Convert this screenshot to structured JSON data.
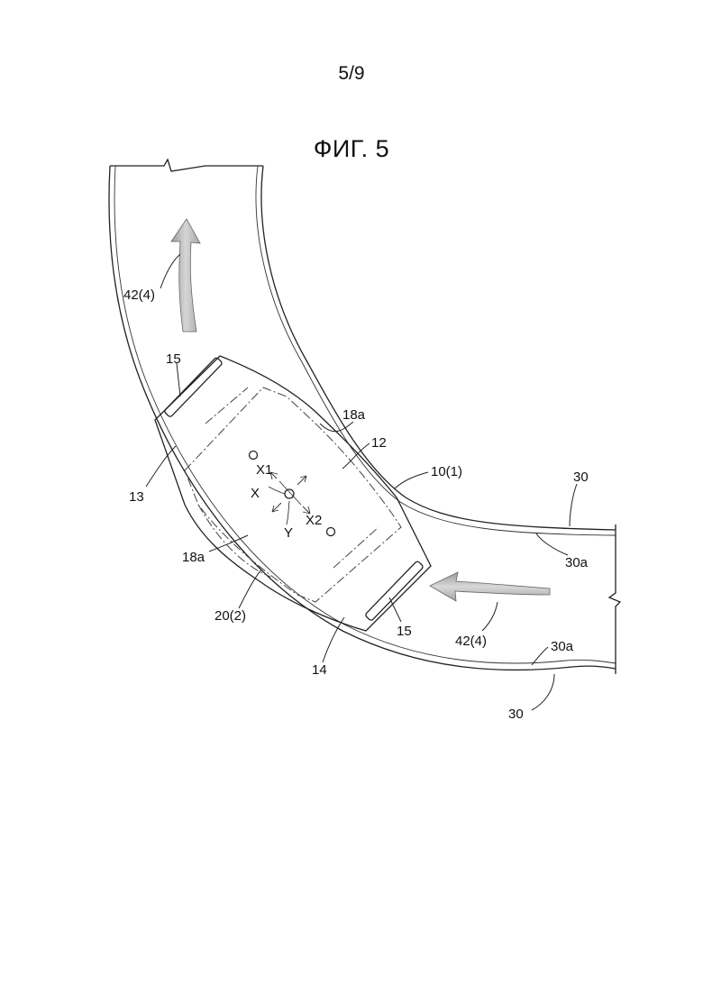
{
  "header": {
    "page_number": "5/9",
    "figure_title": "ФИГ. 5"
  },
  "labels": {
    "arrow_top": "42(4)",
    "arrow_right": "42(4)",
    "tab_top": "15",
    "tab_bottom": "15",
    "end_13": "13",
    "end_14": "14",
    "body_12": "12",
    "rim_18a_top": "18a",
    "rim_18a_left": "18a",
    "vehicle": "10(1)",
    "outline": "20(2)",
    "axis_x": "X",
    "axis_x1": "X1",
    "axis_x2": "X2",
    "axis_y": "Y",
    "wall_30_top": "30",
    "wall_30a_top": "30a",
    "wall_30a_bottom": "30a",
    "wall_30_bottom": "30"
  },
  "colors": {
    "line": "#222222",
    "arrow_fill": "#c4c4c4",
    "background": "#ffffff"
  }
}
